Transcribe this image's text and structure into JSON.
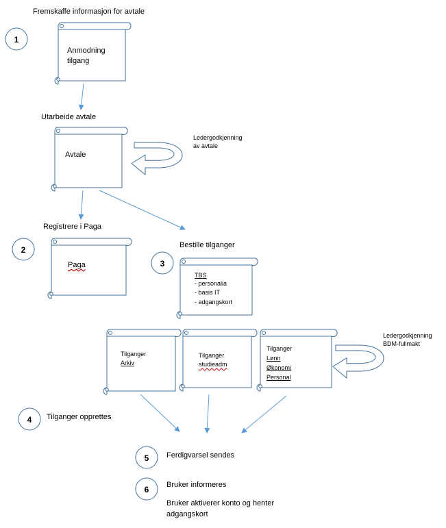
{
  "steps": {
    "s1": {
      "number": "1",
      "heading": "Fremskaffe informasjon for avtale"
    },
    "utarbeide": {
      "heading": "Utarbeide avtale"
    },
    "s2": {
      "number": "2",
      "heading": "Registrere i Paga"
    },
    "s3": {
      "number": "3",
      "heading": "Bestille tilganger"
    },
    "s4": {
      "number": "4",
      "heading": "Tilganger opprettes"
    },
    "s5": {
      "number": "5",
      "heading": "Ferdigvarsel sendes"
    },
    "s6": {
      "number": "6",
      "heading": "Bruker informeres",
      "detail_1": "Bruker aktiverer konto og henter",
      "detail_2": "adgangskort"
    }
  },
  "documents": {
    "anmodning": {
      "line_1": "Anmodning",
      "line_2": "tilgang"
    },
    "avtale": {
      "line_1": "Avtale"
    },
    "paga": {
      "line_1": "Paga"
    },
    "tbs": {
      "title": "TBS",
      "items": [
        "- personalia",
        "- basis IT",
        "- adgangskort"
      ]
    },
    "arkiv": {
      "line_1": "Tilganger",
      "line_2": "Arkiv"
    },
    "studieadm": {
      "line_1": "Tilganger",
      "line_2": "studieadm"
    },
    "lonn": {
      "line_1": "Tilganger",
      "line_2": "Lønn",
      "line_3": "Økonomi",
      "line_4": "Personal"
    }
  },
  "loops": {
    "avtale_loop": {
      "line_1": "Ledergodkjenning",
      "line_2": "av avtale"
    },
    "bdm_loop": {
      "line_1": "Ledergodkjenning",
      "line_2": "BDM-fullmakt"
    }
  },
  "colors": {
    "shape_stroke": "#41719c",
    "arrow": "#5b9bd5",
    "text": "#000000",
    "spellcheck": "#c00000"
  }
}
